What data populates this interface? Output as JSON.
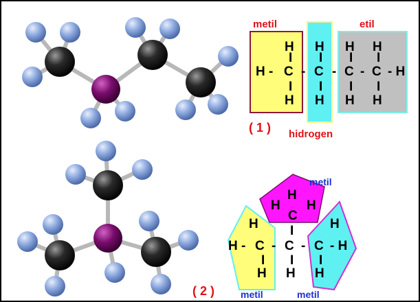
{
  "colors": {
    "yellow": "#fffd7a",
    "cyan": "#5ff0f2",
    "gray": "#c0c0c0",
    "magenta": "#ff16ff",
    "label_red": "#e0101a",
    "label_blue": "#1c2fd0",
    "carbon": "#1a1a1a",
    "hydrogen": "#7f9fd6",
    "center_atom": "#7a0d6e"
  },
  "structure1": {
    "label_metil": "metil",
    "label_etil": "etil",
    "label_hidrogen": "hidrogen",
    "number": "( 1 )",
    "row_top": [
      "H",
      "H",
      "H",
      "H"
    ],
    "row_middle": [
      "H -",
      "C",
      "-",
      "C",
      "-",
      "C",
      "-",
      "C",
      "- H"
    ],
    "row_bottom": [
      "H",
      "H",
      "H",
      "H"
    ],
    "bond": "I"
  },
  "structure2": {
    "label_metil_top": "metil",
    "label_metil_left": "metil",
    "label_metil_right": "metil",
    "number": "( 2 )",
    "top_group": [
      "H",
      "H",
      "C",
      "H"
    ],
    "left_group": [
      "H",
      "H -",
      "C",
      "H"
    ],
    "center": [
      "-",
      "C",
      "-",
      "H"
    ],
    "right_group": [
      "H",
      "C",
      "- H",
      "H"
    ],
    "bond": "I"
  },
  "molecules": [
    {
      "name": "model-propane",
      "center": "center-atom"
    },
    {
      "name": "model-isobutane",
      "center": "center-atom"
    }
  ]
}
